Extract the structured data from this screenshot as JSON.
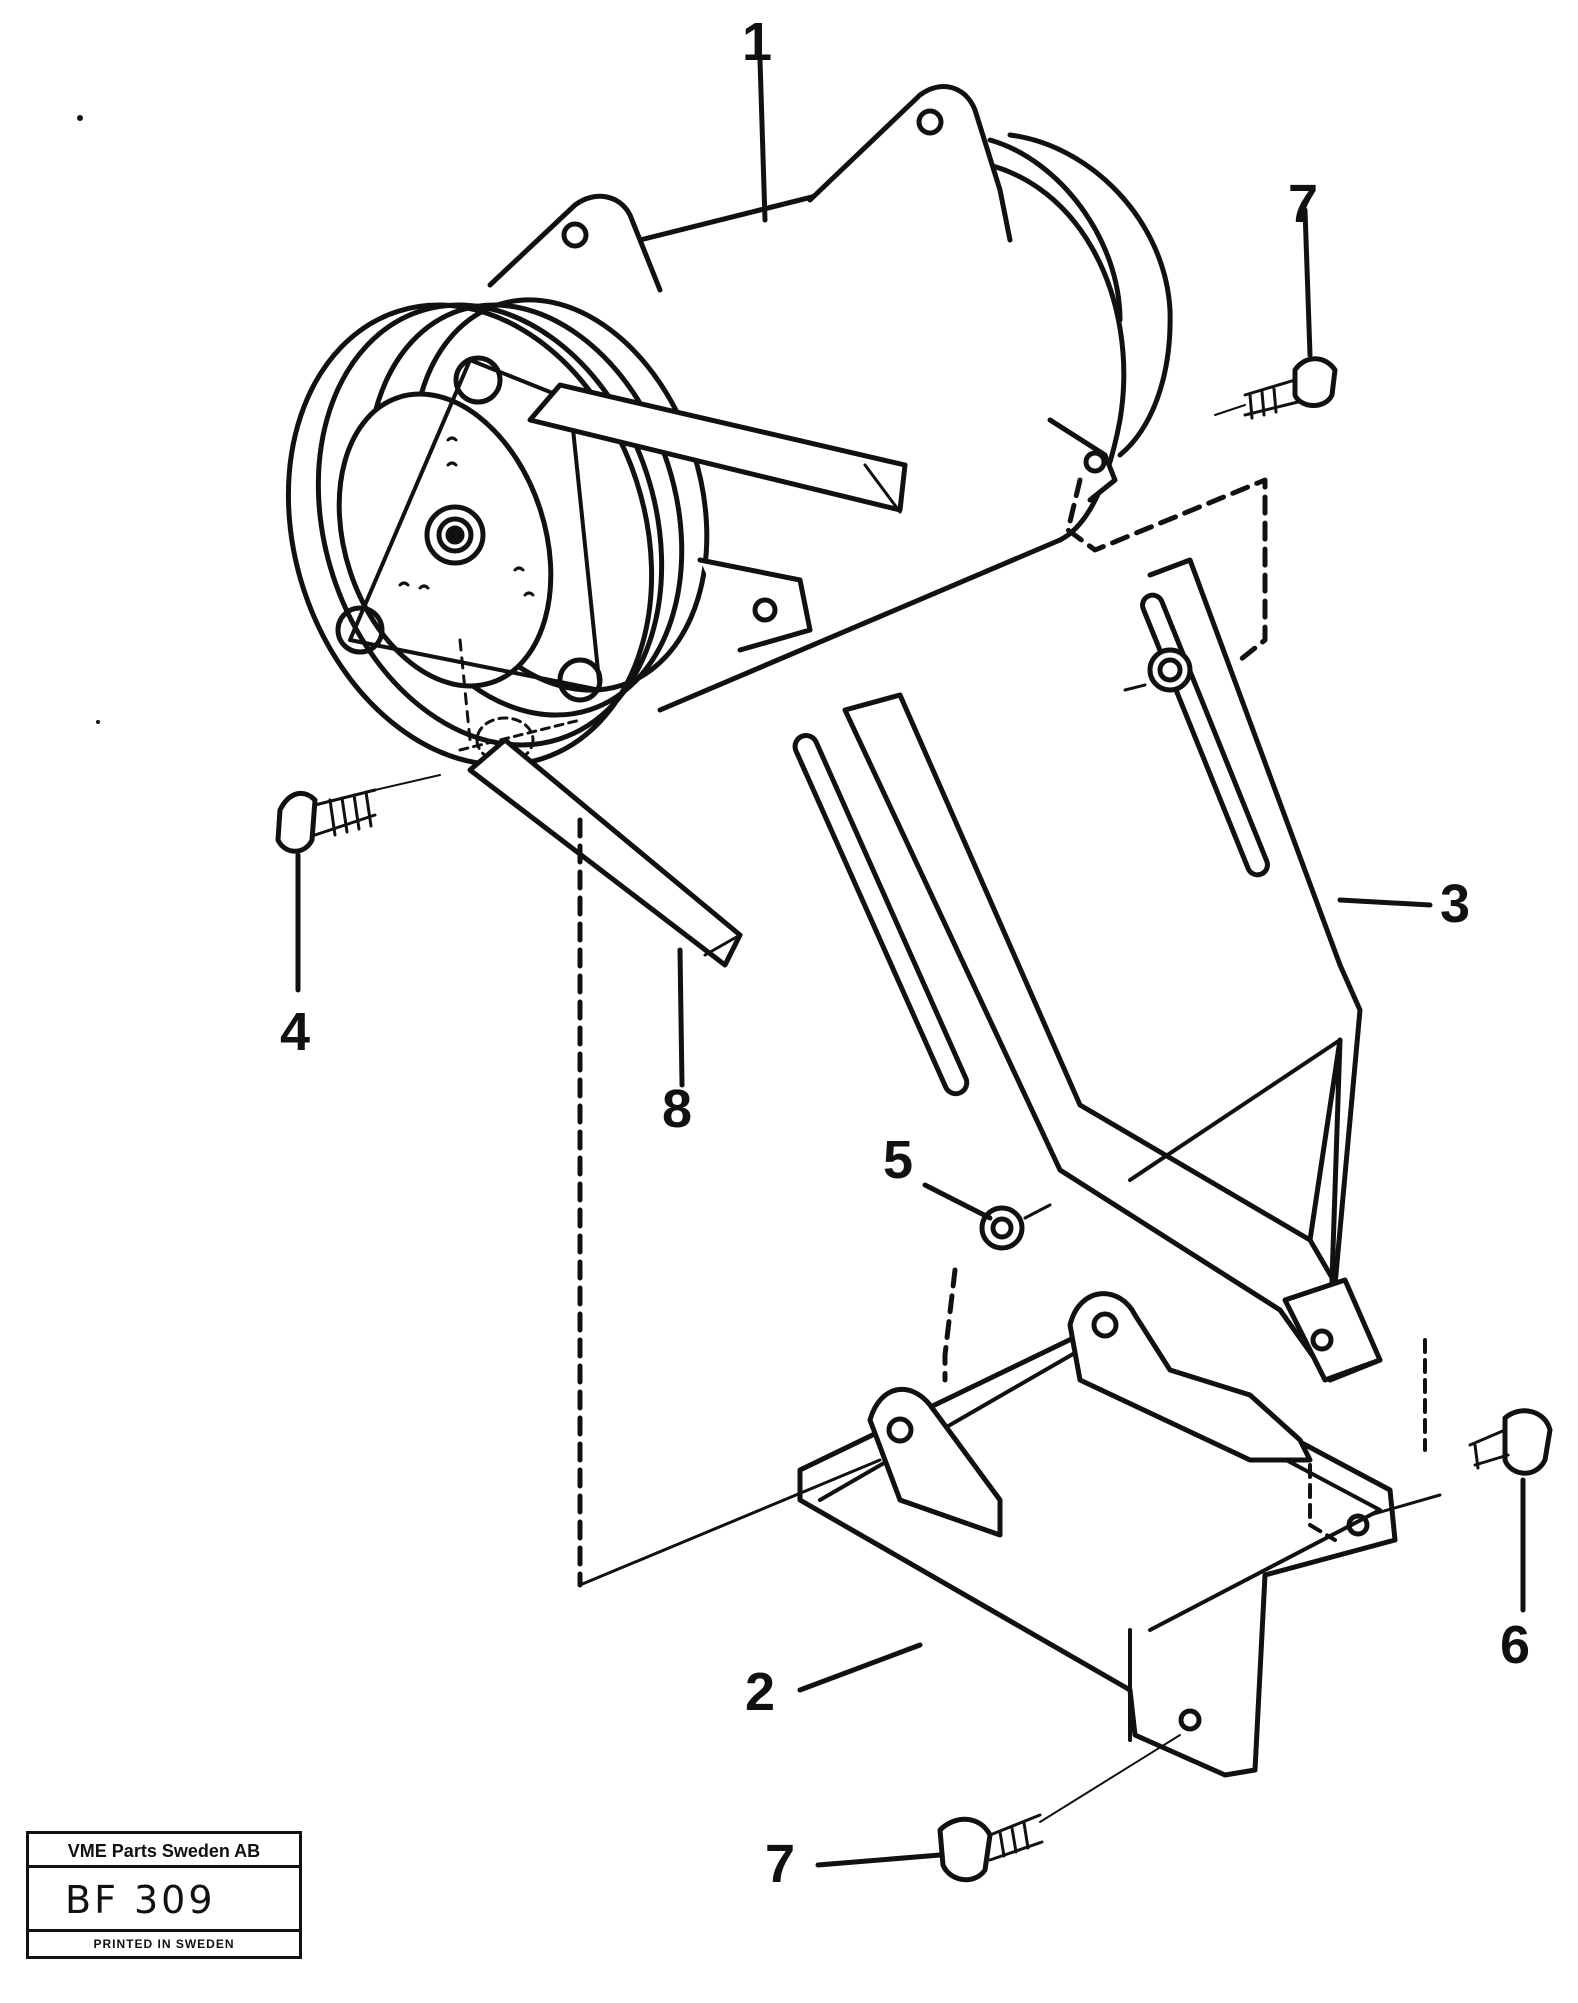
{
  "diagram": {
    "callouts": [
      {
        "id": "1",
        "label": "1"
      },
      {
        "id": "2",
        "label": "2"
      },
      {
        "id": "3",
        "label": "3"
      },
      {
        "id": "4",
        "label": "4"
      },
      {
        "id": "5",
        "label": "5"
      },
      {
        "id": "6",
        "label": "6"
      },
      {
        "id": "7a",
        "label": "7"
      },
      {
        "id": "7b",
        "label": "7"
      },
      {
        "id": "8",
        "label": "8"
      }
    ]
  },
  "stamp": {
    "company": "VME Parts Sweden AB",
    "code": "BF 309",
    "printed": "PRINTED IN SWEDEN"
  }
}
